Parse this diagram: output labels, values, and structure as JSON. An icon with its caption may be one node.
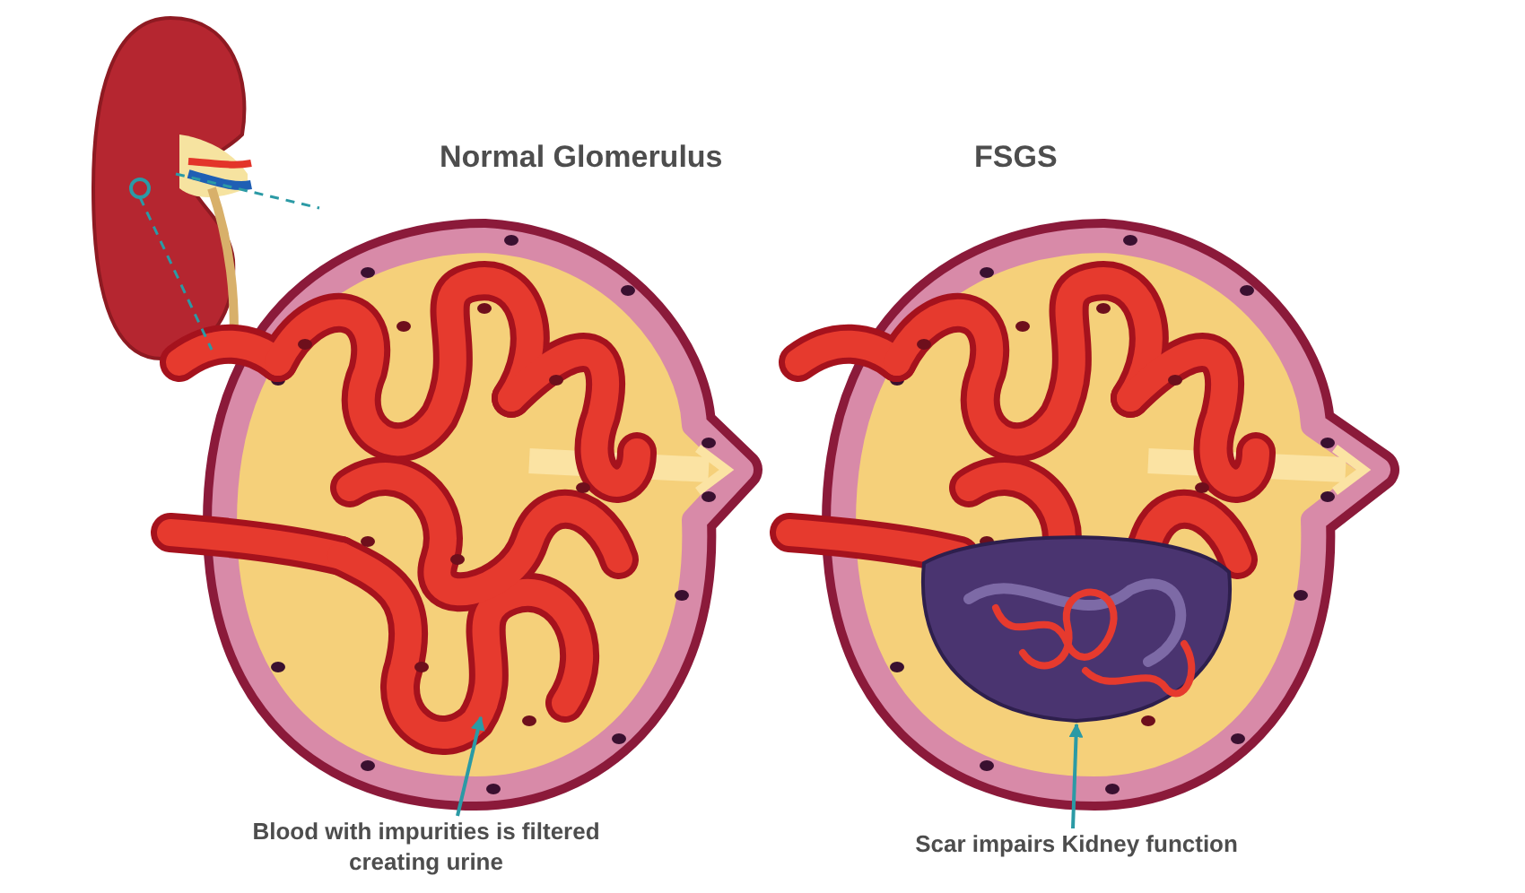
{
  "diagram": {
    "nodes": [
      {
        "text": [],
        "shape": "picture"
      },
      {
        "text": [
          "Normal Glomerulus"
        ]
      },
      {
        "text": [
          "Blood with impurities is filtered creating urine"
        ]
      },
      {
        "text": [
          "FSGS"
        ]
      },
      {
        "text": [],
        "shape": "picture",
        "in": 3
      },
      {
        "text": [
          "Scar impairs Kidney function"
        ]
      }
    ],
    "edges": [
      {
        "from": 0,
        "to": 1,
        "arrow": "none",
        "style": "dashed"
      },
      {
        "from": 0,
        "to": 1,
        "arrow": "none",
        "style": "dashed"
      },
      {
        "from": 2,
        "to": 1,
        "arrow": "to"
      },
      {
        "from": 5,
        "to": 4,
        "arrow": "to"
      }
    ]
  }
}
